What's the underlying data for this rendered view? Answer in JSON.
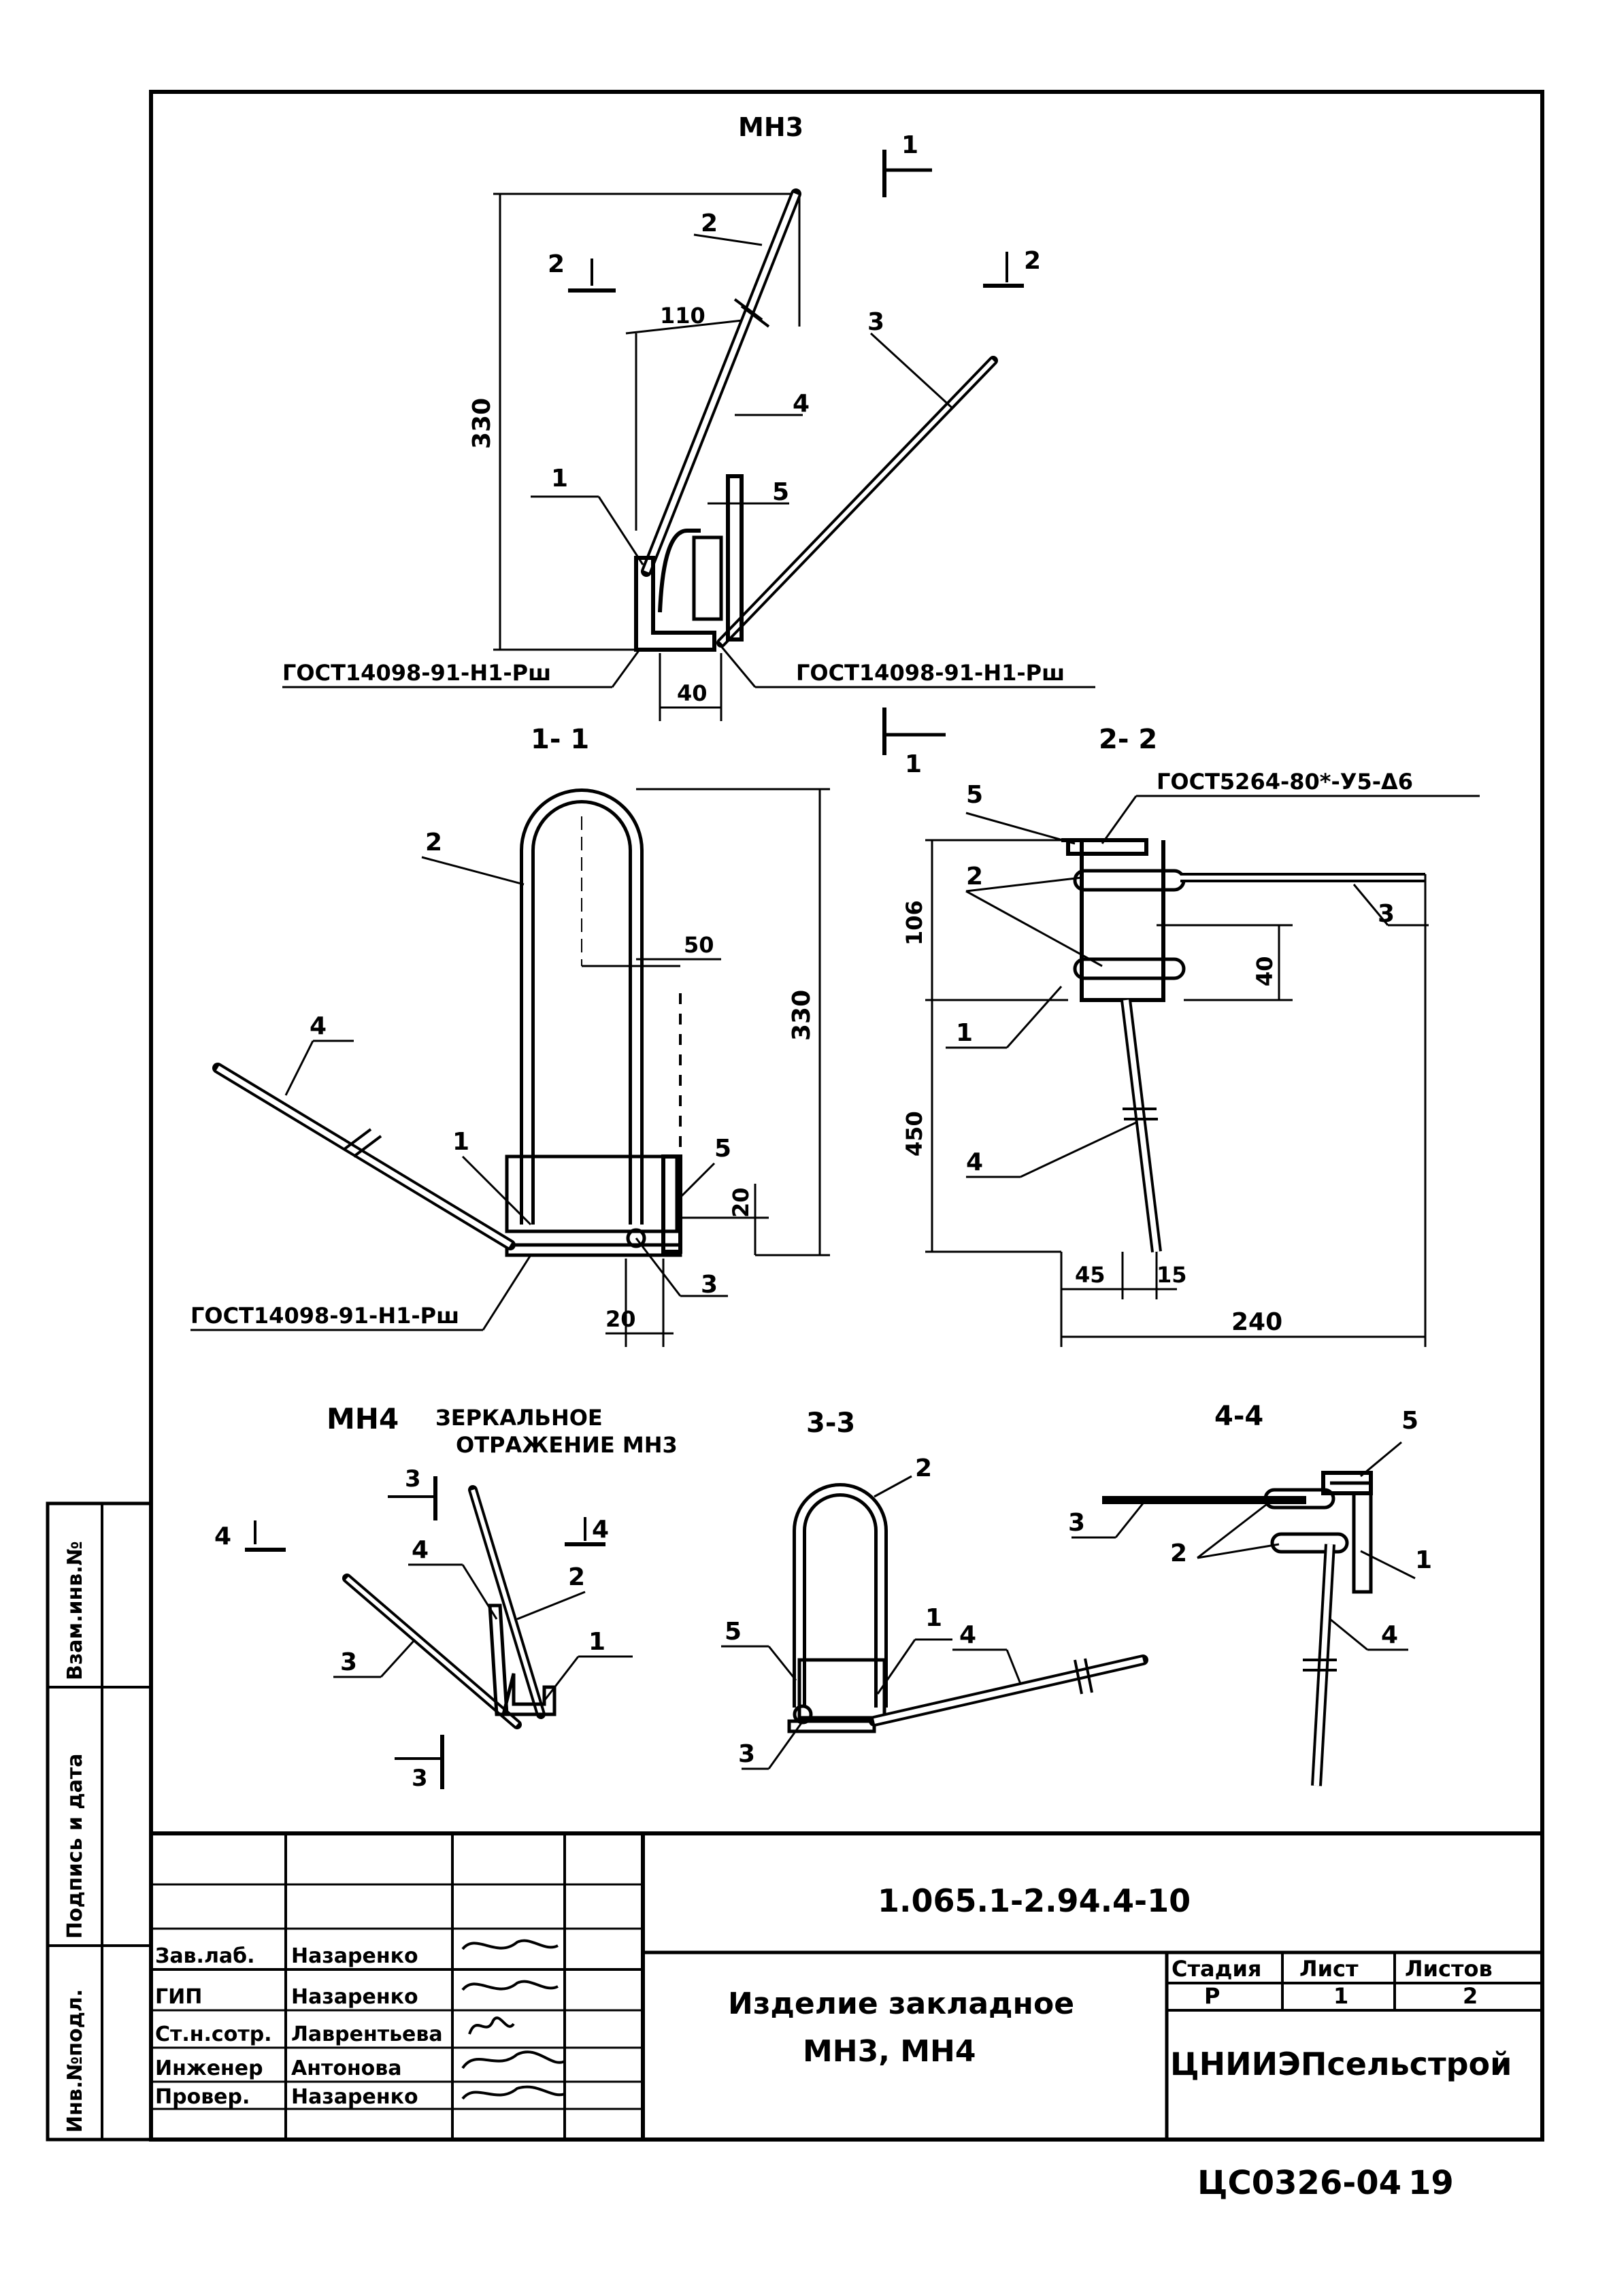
{
  "mh3": {
    "title": "МН3",
    "dim_330": "330",
    "dim_110": "110",
    "dim_40": "40",
    "callouts": [
      "1",
      "2",
      "3",
      "4",
      "5"
    ],
    "weld_left": "ГОСТ14098-91-Н1-Рш",
    "weld_right": "ГОСТ14098-91-Н1-Рш",
    "cut1": "1",
    "cut2": "2"
  },
  "section_1_1": {
    "title": "1- 1",
    "dim_330": "330",
    "dim_50": "50",
    "dim_20a": "20",
    "dim_20b": "20",
    "callouts": [
      "2",
      "4",
      "1",
      "5",
      "3"
    ],
    "weld": "ГОСТ14098-91-Н1-Рш"
  },
  "section_2_2": {
    "title": "2- 2",
    "weld": "ГОСТ5264-80*-У5-Δ6",
    "dim_106": "106",
    "dim_450": "450",
    "dim_40": "40",
    "dim_45": "45",
    "dim_15": "15",
    "dim_240": "240",
    "callouts": [
      "5",
      "2",
      "3",
      "1",
      "4"
    ]
  },
  "mh4": {
    "title": "МН4",
    "subtitle_line1": "ЗЕРКАЛЬНОЕ",
    "subtitle_line2": "ОТРАЖЕНИЕ МН3",
    "cut3": "3",
    "cut4": "4",
    "callouts": [
      "4",
      "2",
      "1",
      "3"
    ]
  },
  "section_3_3": {
    "title": "3-3",
    "callouts": [
      "2",
      "1",
      "4",
      "5",
      "3"
    ]
  },
  "section_4_4": {
    "title": "4-4",
    "callouts": [
      "5",
      "3",
      "2",
      "1",
      "4"
    ]
  },
  "side_stamp": {
    "col1": "Взам.инв.№",
    "col2": "Подпись и дата",
    "col3": "Инв.№подл."
  },
  "title_block": {
    "doc_code": "1.065.1-2.94.4-10",
    "roles": [
      {
        "role": "Зав.лаб.",
        "name": "Назаренко"
      },
      {
        "role": "ГИП",
        "name": "Назаренко"
      },
      {
        "role": "Ст.н.сотр.",
        "name": "Лаврентьева"
      },
      {
        "role": "Инженер",
        "name": "Антонова"
      },
      {
        "role": "Провер.",
        "name": "Назаренко"
      }
    ],
    "product_name_line1": "Изделие закладное",
    "product_name_line2": "МН3, МН4",
    "stage_header": "Стадия",
    "sheet_header": "Лист",
    "sheets_header": "Листов",
    "stage": "Р",
    "sheet": "1",
    "sheets": "2",
    "organization": "ЦНИИЭПсельстрой",
    "archive_number": "ЦС0326-04",
    "page_number": "19"
  }
}
